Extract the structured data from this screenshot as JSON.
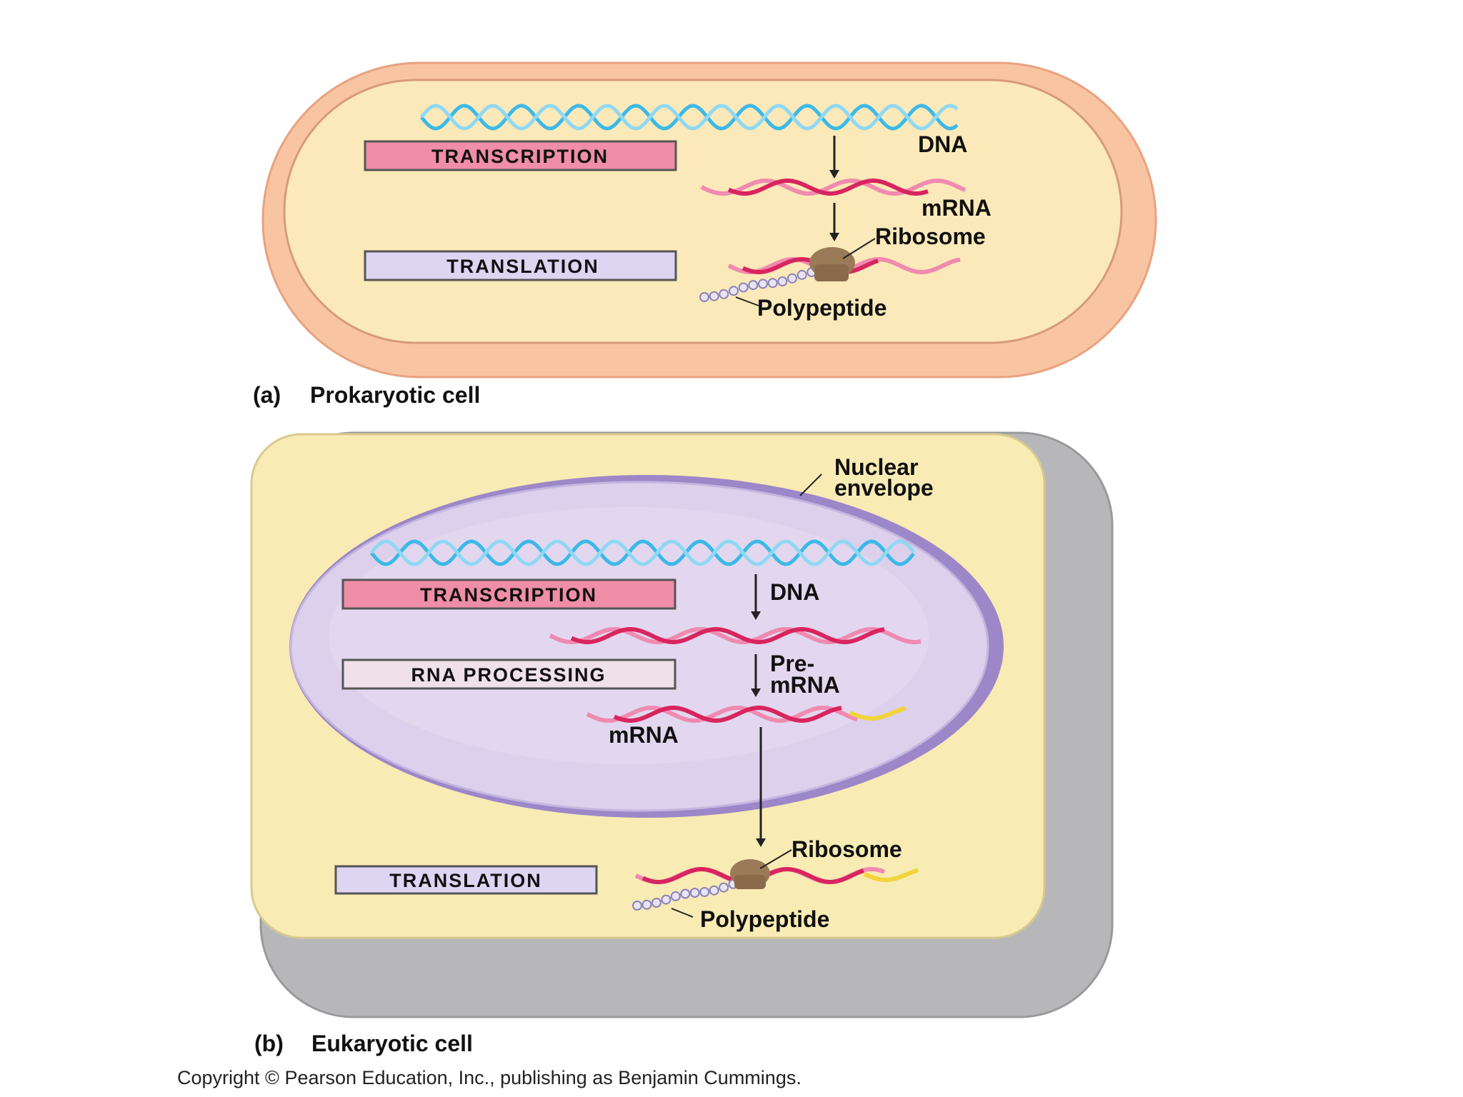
{
  "colors": {
    "prok_outer": "#f8c4a2",
    "prok_inner": "#fbe9b9",
    "euk_cell": "#f8ebb4",
    "euk_wall": "#b7b7b9",
    "nucleus": "#ddd0ec",
    "nucleus_envelope": "#9d87c8",
    "transcription_box": "#ef8ea6",
    "translation_box": "#ddd5f2",
    "processing_box": "#f0e0ea",
    "dna": "#3bb9e8",
    "mrna_dark": "#d8255f",
    "mrna_light": "#f08ab0",
    "cap_tail": "#f2d43b",
    "ribosome": "#9b7a58",
    "polypeptide": "#c9c3e4",
    "arrow": "#222222"
  },
  "prokaryote": {
    "transcription_label": "TRANSCRIPTION",
    "translation_label": "TRANSLATION",
    "dna_label": "DNA",
    "mrna_label": "mRNA",
    "ribosome_label": "Ribosome",
    "polypeptide_label": "Polypeptide",
    "caption_letter": "(a)",
    "caption": "Prokaryotic cell"
  },
  "eukaryote": {
    "nuclear_envelope_label_1": "Nuclear",
    "nuclear_envelope_label_2": "envelope",
    "transcription_label": "TRANSCRIPTION",
    "rna_processing_label": "RNA PROCESSING",
    "translation_label": "TRANSLATION",
    "dna_label": "DNA",
    "pre_mrna_label_1": "Pre-",
    "pre_mrna_label_2": "mRNA",
    "mrna_label": "mRNA",
    "ribosome_label": "Ribosome",
    "polypeptide_label": "Polypeptide",
    "caption_letter": "(b)",
    "caption": "Eukaryotic cell"
  },
  "copyright": "Copyright © Pearson Education, Inc., publishing as Benjamin Cummings."
}
